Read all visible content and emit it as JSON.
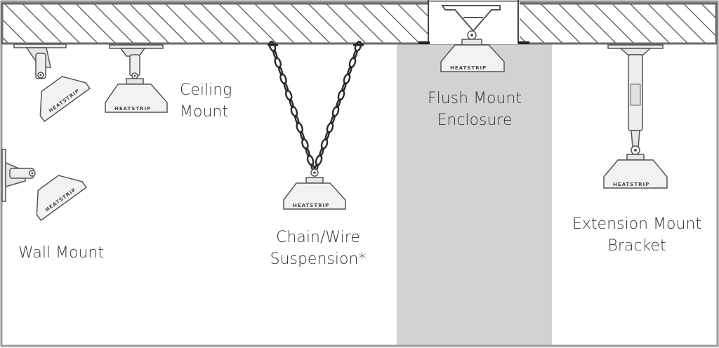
{
  "labels": {
    "ceiling_mount": [
      "Ceiling",
      "Mount"
    ],
    "wall_mount": [
      "Wall Mount"
    ],
    "chain_wire": [
      "Chain/Wire",
      "Suspension*"
    ],
    "flush_mount": [
      "Flush Mount",
      "Enclosure"
    ],
    "extension_mount": [
      "Extension Mount",
      "Bracket"
    ]
  },
  "heater_brand": "HEATSTRIP",
  "colors": {
    "line": "#6b6b6b",
    "frame": "#9a9a9a",
    "recess": "#d2d2d4",
    "chain": "#2a2a2a",
    "text": "#333333"
  }
}
